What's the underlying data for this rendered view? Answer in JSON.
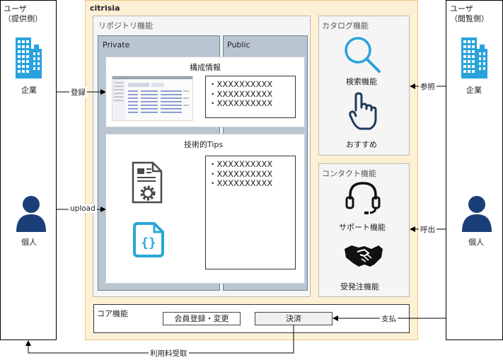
{
  "left_user": {
    "title": "ユーザ",
    "subtitle": "（提供側）",
    "company_label": "企業",
    "person_label": "個人"
  },
  "right_user": {
    "title": "ユーザ",
    "subtitle": "（閲覧側）",
    "company_label": "企業",
    "person_label": "個人"
  },
  "main": {
    "title": "citrisia"
  },
  "repository": {
    "title": "リポジトリ機能",
    "private_label": "Private",
    "public_label": "Public",
    "config": {
      "title": "構成情報",
      "items": [
        "・XXXXXXXXXX",
        "・XXXXXXXXXX",
        "・XXXXXXXXXX"
      ]
    },
    "tips": {
      "title": "技術的Tips",
      "items": [
        "・XXXXXXXXXX",
        "・XXXXXXXXXX",
        "・XXXXXXXXXX"
      ]
    }
  },
  "catalog": {
    "title": "カタログ機能",
    "search_label": "検索機能",
    "recommend_label": "おすすめ"
  },
  "contact": {
    "title": "コンタクト機能",
    "support_label": "サポート機能",
    "order_label": "受発注機能"
  },
  "core": {
    "title": "コア機能",
    "member_label": "会員登録・変更",
    "payment_label": "決済"
  },
  "edges": {
    "register": "登録",
    "upload": "upload",
    "reference": "参照",
    "call": "呼出",
    "pay": "支払",
    "fee": "利用料受取"
  },
  "colors": {
    "accent_blue": "#29a3dd",
    "person_navy": "#1a3e78",
    "main_fill": "#fdf0d5",
    "column_fill": "#b9c5d0"
  }
}
